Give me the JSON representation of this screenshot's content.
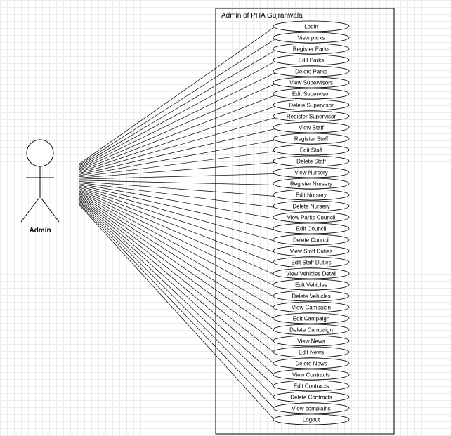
{
  "diagram": {
    "system_title": "Admin of PHA Gujranwala",
    "actor_name": "Admin",
    "use_cases": [
      "Login",
      "View parks",
      "Register Parks",
      "Edit Parks",
      "Delete Parks",
      "View Supervisors",
      "Edit Supervisor",
      "Delete Supervisor",
      "Register Supervisor",
      "View Staff",
      "Register Staff",
      "Edit Staff",
      "Delete Staff",
      "View Nursery",
      "Register Nursery",
      "Edit Nursery",
      "Delete Nursery",
      "View Parks Council",
      "Edit Council",
      "Delete Council",
      "View Staff Duties",
      "Edit Staff Duties",
      "View Vehicles Detail",
      "Edit Vehicles",
      "Delete Vehicles",
      "View Campaign",
      "Edit Campaign",
      "Delete Campaign",
      "View News",
      "Edit News",
      "Delete News",
      "View Contracts",
      "Edit Contracts",
      "Delete Contracts",
      "View complains",
      "Logout"
    ]
  }
}
